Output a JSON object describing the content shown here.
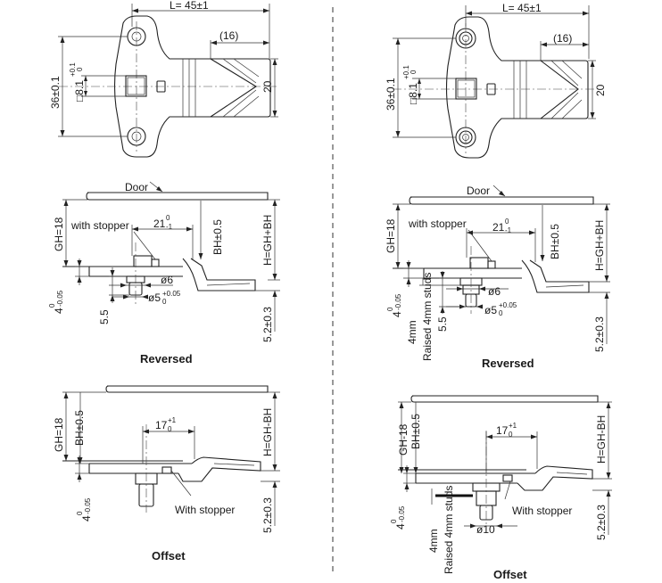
{
  "divider_label": "",
  "top_left": {
    "length_label": "L= 45±1",
    "slot_label": "(16)",
    "height_label": "36±0.1",
    "square_main": "□8.1",
    "square_tol": "+0.1",
    "square_tol_low": "0",
    "width_label": "20"
  },
  "top_right": {
    "length_label": "L= 45±1",
    "slot_label": "(16)",
    "height_label": "36±0.1",
    "square_main": "□8.1",
    "square_tol": "+0.1",
    "square_tol_low": "0",
    "width_label": "20"
  },
  "mid_left": {
    "door_label": "Door",
    "gh_label": "GH=18",
    "stopper_label": "with stopper",
    "dim21_main": "21",
    "dim21_tol_up": "0",
    "dim21_tol_low": "-1",
    "bh_label": "BH±0.5",
    "h_label": "H=GH+BH",
    "phi6_label": "ø6",
    "phi5_main": "ø5",
    "phi5_tol_up": "+0.05",
    "phi5_tol_low": "0",
    "four_main": "4",
    "four_tol_up": "0",
    "four_tol_low": "-0.05",
    "five5_label": "5.5",
    "f52_label": "5.2±0.3",
    "caption": "Reversed"
  },
  "mid_right": {
    "door_label": "Door",
    "gh_label": "GH=18",
    "stopper_label": "with stopper",
    "dim21_main": "21",
    "dim21_tol_up": "0",
    "dim21_tol_low": "-1",
    "bh_label": "BH±0.5",
    "h_label": "H=GH+BH",
    "phi6_label": "ø6",
    "phi5_main": "ø5",
    "phi5_tol_up": "+0.05",
    "phi5_tol_low": "0",
    "four_main": "4",
    "four_tol_up": "0",
    "four_tol_low": "-0.05",
    "mm4_label": "4mm",
    "raised_label": "Raised 4mm studs",
    "five5_label": "5.5",
    "f52_label": "5.2±0.3",
    "caption": "Reversed"
  },
  "bottom_left": {
    "gh_label": "GH=18",
    "bh_label": "BH±0.5",
    "dim17_main": "17",
    "dim17_tol_up": "+1",
    "dim17_tol_low": "0",
    "h_label": "H=GH-BH",
    "stopper_label": "With stopper",
    "four_main": "4",
    "four_tol_up": "0",
    "four_tol_low": "-0.05",
    "f52_label": "5.2±0.3",
    "caption": "Offset"
  },
  "bottom_right": {
    "gh_label": "GH-18",
    "bh_label": "BH±0.5",
    "dim17_main": "17",
    "dim17_tol_up": "+1",
    "dim17_tol_low": "0",
    "h_label": "H=GH-BH",
    "stopper_label": "With stopper",
    "phi10_label": "ø10",
    "four_main": "4",
    "four_tol_up": "0",
    "four_tol_low": "-0.05",
    "mm4_label": "4mm",
    "raised_label": "Raised 4mm studs",
    "f52_label": "5.2±0.3",
    "caption": "Offset"
  }
}
